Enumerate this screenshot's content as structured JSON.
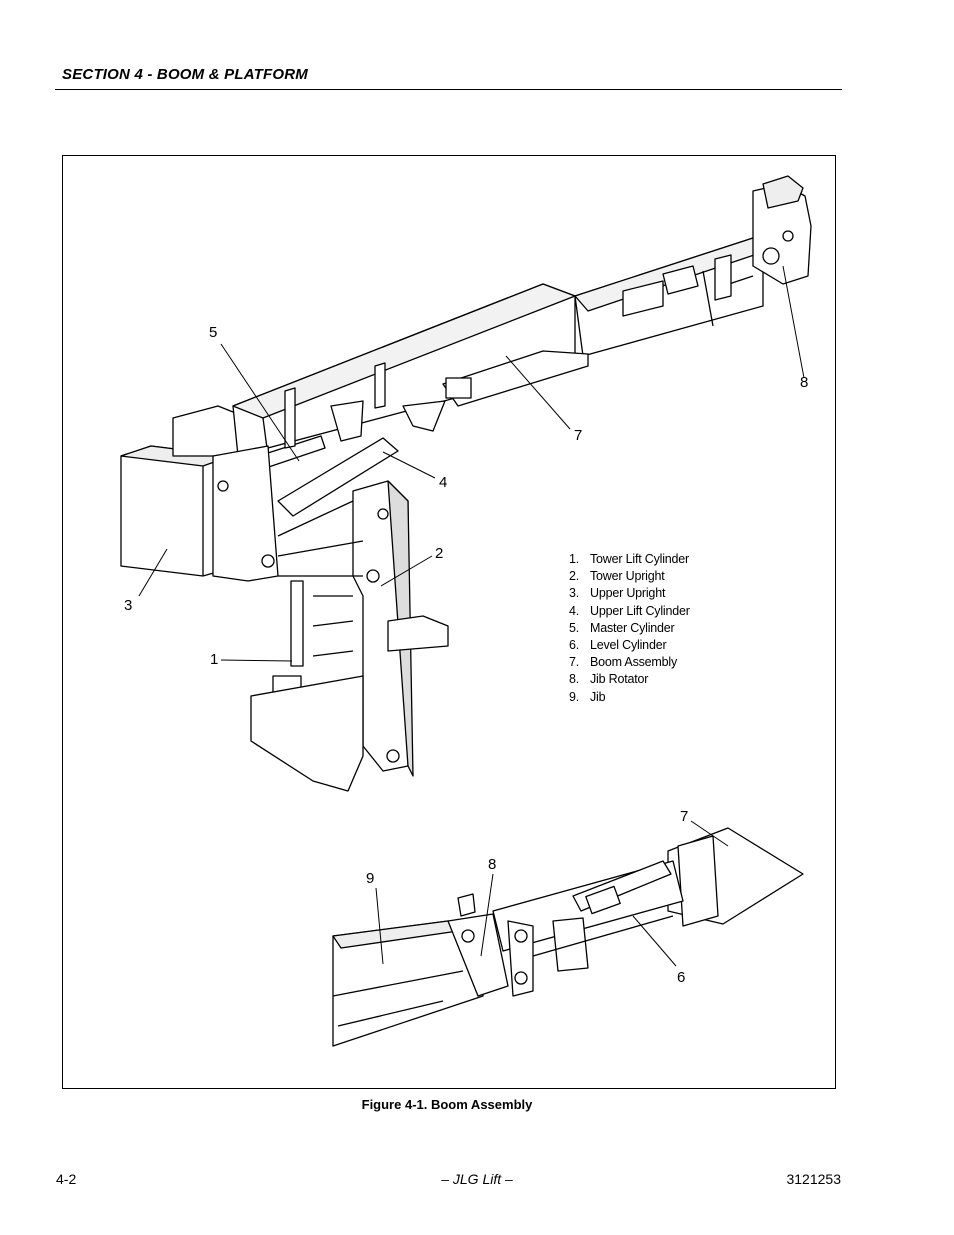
{
  "header": {
    "section_title": "SECTION 4 - BOOM & PLATFORM"
  },
  "figure": {
    "callouts_top": [
      "5",
      "8",
      "7",
      "4",
      "2",
      "3",
      "1"
    ],
    "callouts_bottom": [
      "7",
      "9",
      "8",
      "6"
    ],
    "legend": [
      {
        "num": "1.",
        "label": "Tower Lift Cylinder"
      },
      {
        "num": "2.",
        "label": "Tower Upright"
      },
      {
        "num": "3.",
        "label": "Upper Upright"
      },
      {
        "num": "4.",
        "label": "Upper Lift Cylinder"
      },
      {
        "num": "5.",
        "label": "Master Cylinder"
      },
      {
        "num": "6.",
        "label": "Level Cylinder"
      },
      {
        "num": "7.",
        "label": "Boom Assembly"
      },
      {
        "num": "8.",
        "label": "Jib Rotator"
      },
      {
        "num": "9.",
        "label": "Jib"
      }
    ],
    "caption": "Figure 4-1.  Boom Assembly"
  },
  "footer": {
    "page_number": "4-2",
    "brand": "– JLG Lift –",
    "doc_number": "3121253"
  }
}
